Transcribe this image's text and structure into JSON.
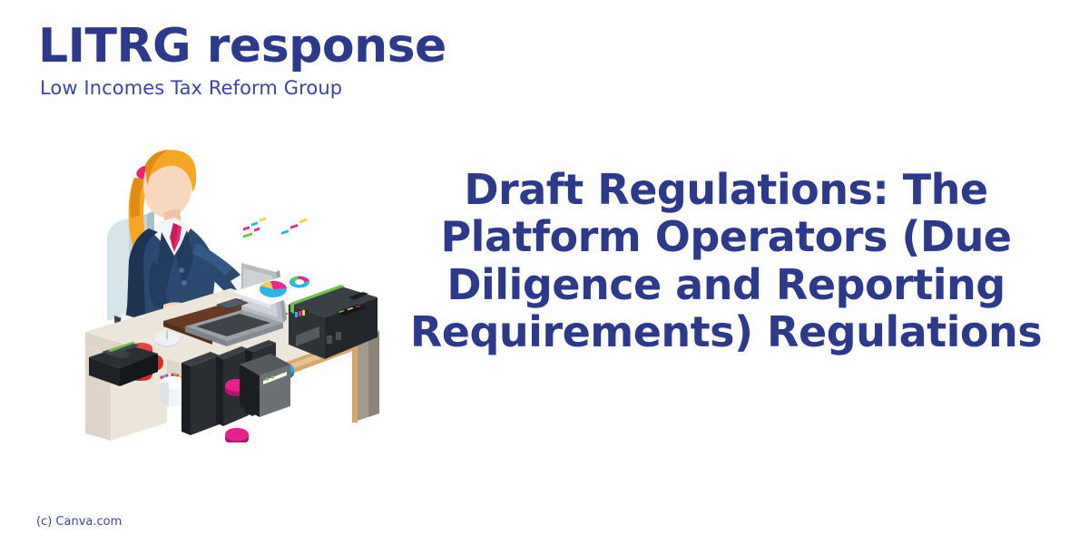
{
  "background_color": "#ffffff",
  "brand": {
    "title": "LITRG response",
    "subtitle": "Low Incomes Tax Reform Group",
    "color": "#2d3a8c"
  },
  "headline": {
    "text": "Draft Regulations: The Platform Operators (Due Diligence and Reporting Requirements) Regulations",
    "color": "#2d3a8c",
    "align": "center"
  },
  "credit": {
    "text": "(c) Canva.com",
    "color": "#3a47a0"
  },
  "illustration": {
    "name": "isometric-office-worker-at-desk",
    "description": "Flat isometric illustration of a businesswoman working at a laptop on an office desk with a printer, documents, coffee mug, pen cup and desktop tower",
    "palette": {
      "desk_top": "#ece5da",
      "desk_edge": "#d6a96a",
      "desk_side": "#a39a8f",
      "desk_mat": "#6b3a22",
      "chair": "#c4d6da",
      "chair_base": "#3c4348",
      "suit": "#2b4a6f",
      "suit_dark": "#1d3452",
      "shirt": "#f2f5f8",
      "tie": "#e6256f",
      "hair": "#f5a623",
      "hair_dark": "#e08b15",
      "skin": "#f7d7bd",
      "mug": "#d42f2a",
      "printer": "#2e3338",
      "printer_accent": "#6cc24a",
      "laptop": "#b7bcc2",
      "binders": "#2b2f33",
      "disc_magenta": "#e6218a",
      "disc_yellow": "#f2c230",
      "disc_blue": "#2fa8e0",
      "paper": "#ffffff",
      "chart_magenta": "#ec268f",
      "chart_cyan": "#26b7e6",
      "chart_green": "#6cc24a",
      "chart_yellow": "#f7d046",
      "tower": "#6d7175",
      "tower_dark": "#1c1f22"
    },
    "objects": [
      "office-chair",
      "businesswoman",
      "desk",
      "desk-mat",
      "laptop",
      "mouse",
      "smartphone",
      "report-papers",
      "printer",
      "coffee-mug",
      "pen-cup",
      "document-tray",
      "binders",
      "color-discs",
      "desktop-tower"
    ]
  }
}
